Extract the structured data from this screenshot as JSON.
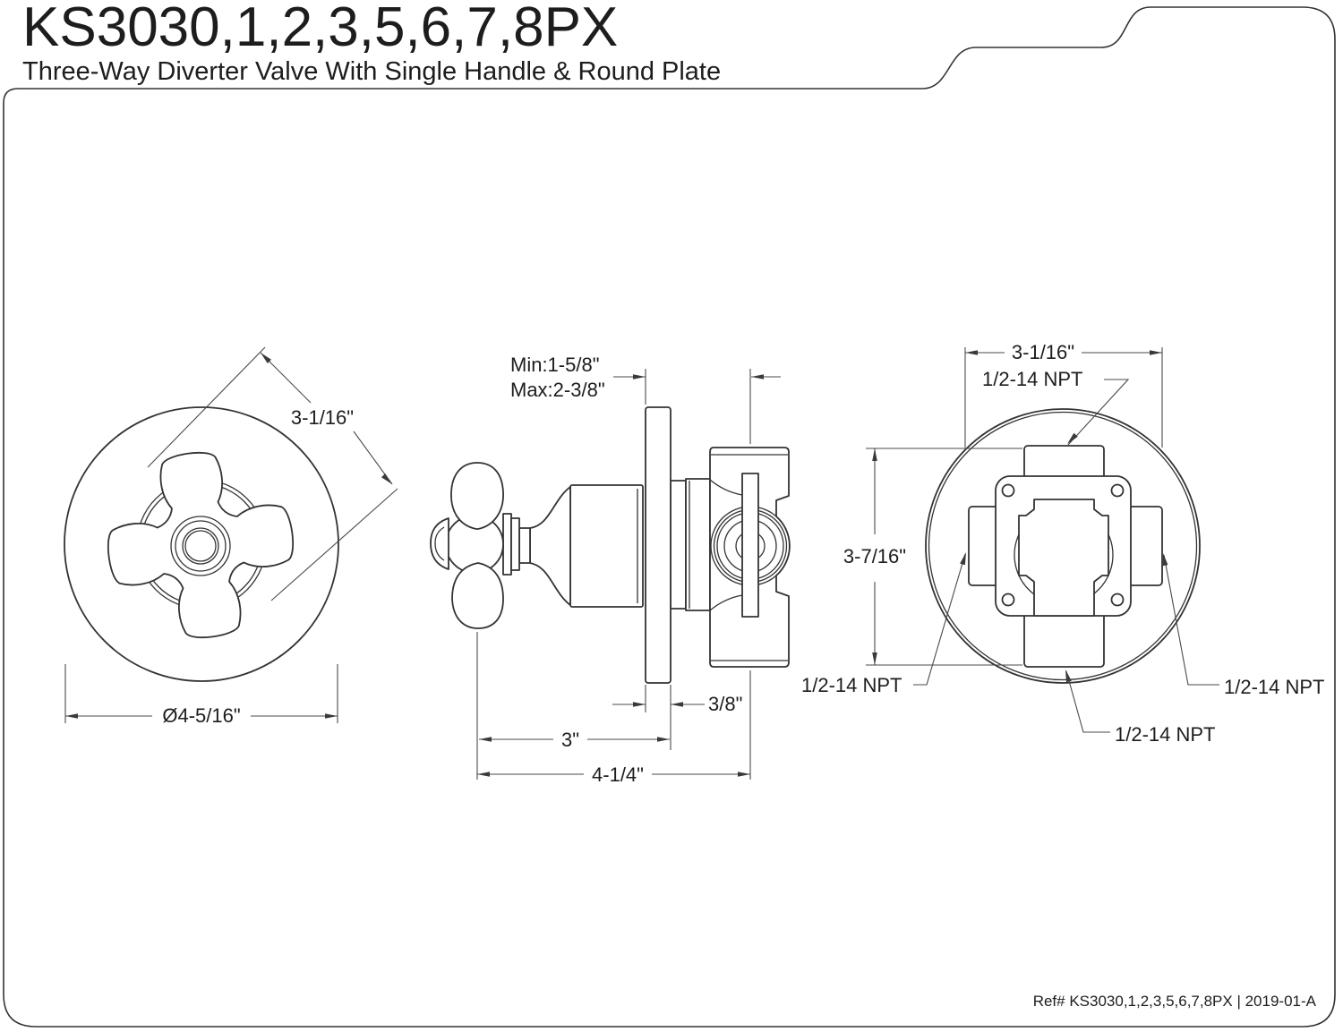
{
  "page": {
    "title": "KS3030,1,2,3,5,6,7,8PX",
    "subtitle": "Three-Way Diverter Valve With Single Handle & Round Plate",
    "ref_note": "Ref# KS3030,1,2,3,5,6,7,8PX | 2019-01-A",
    "line_color": "#333333"
  },
  "front_view": {
    "dim_handle_diagonal": "3-1/16\"",
    "dim_plate_diameter": "Ø4-5/16\""
  },
  "side_view": {
    "dim_depth_min": "Min:1-5/8\"",
    "dim_depth_max": "Max:2-3/8\"",
    "dim_plate_thickness": "3/8\"",
    "dim_wall_to_plate": "3\"",
    "dim_overall_depth": "4-1/4\""
  },
  "rear_view": {
    "dim_width": "3-1/16\"",
    "dim_height": "3-7/16\"",
    "port_top": "1/2-14 NPT",
    "port_left": "1/2-14 NPT",
    "port_right": "1/2-14 NPT",
    "port_bottom": "1/2-14 NPT"
  }
}
